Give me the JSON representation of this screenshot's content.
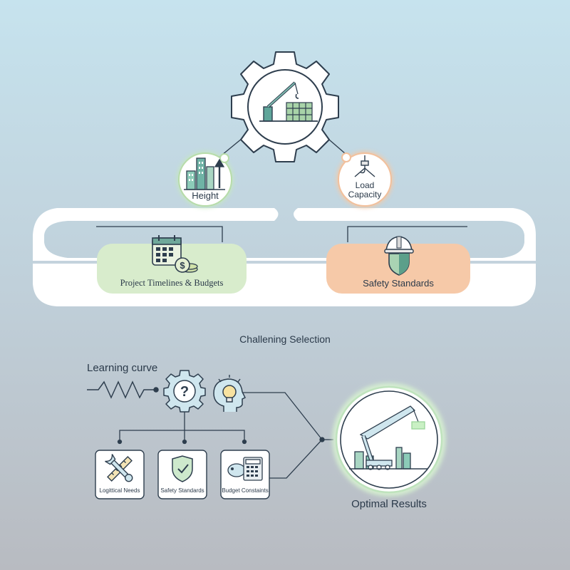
{
  "top": {
    "height_label": "Height",
    "load_label_line1": "Load",
    "load_label_line2": "Capacity",
    "left_card_label": "Project Timelines & Budgets",
    "right_card_label": "Safety Standards"
  },
  "middle": {
    "caption": "Challening Selection"
  },
  "bottom": {
    "learning_curve_label": "Learning curve",
    "boxes": [
      {
        "label": "Logittical Needs"
      },
      {
        "label": "Safety Standards"
      },
      {
        "label": "Budget Constaints"
      }
    ],
    "result_label": "Optimal Results"
  },
  "colors": {
    "bg_top": "#c4e1ec",
    "bg_bottom": "#b9bcc2",
    "green_card": "#d8eccc",
    "orange_card": "#f6c9a8",
    "icon_teal": "#3f8f8a",
    "icon_dark": "#2e3e4e",
    "green_glow": "#bfe3bd"
  },
  "icons": [
    "gear-crane-icon",
    "buildings-arrow-icon",
    "crane-hook-icon",
    "calendar-money-icon",
    "hardhat-shield-icon",
    "zigzag-line-icon",
    "gear-question-icon",
    "head-lightbulb-icon",
    "wrench-ruler-icon",
    "shield-check-icon",
    "piggybank-calculator-icon",
    "crane-city-icon"
  ]
}
